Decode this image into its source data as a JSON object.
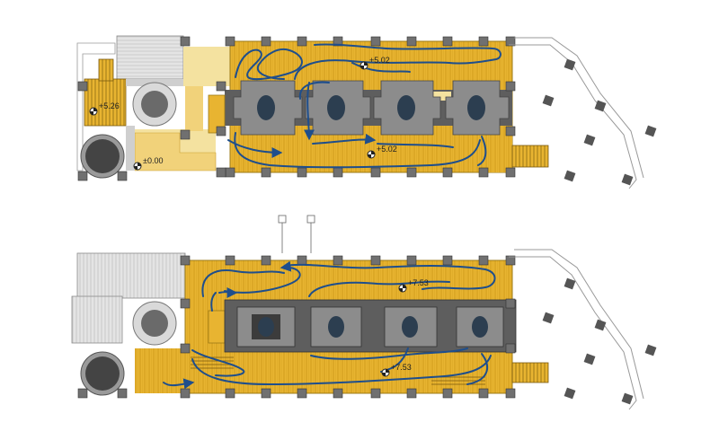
{
  "levels": {
    "upper_top": "+5.02",
    "upper_bottom": "+5.02",
    "left_stair": "+5.26",
    "ground": "±0.00",
    "lower_top": "+7.53",
    "lower_bottom": "+7.53"
  },
  "colors": {
    "deck": "#e8b431",
    "deck_line": "#c99516",
    "pale": "#f4e2a0",
    "pale2": "#f1d27a",
    "column": "#707070",
    "block": "#5e5e5e",
    "block_dark": "#4a4a4a",
    "hole": "#2c3e50",
    "route": "#1e4e8c",
    "roof": "#d8d8d8",
    "outline": "#6a6a6a"
  }
}
